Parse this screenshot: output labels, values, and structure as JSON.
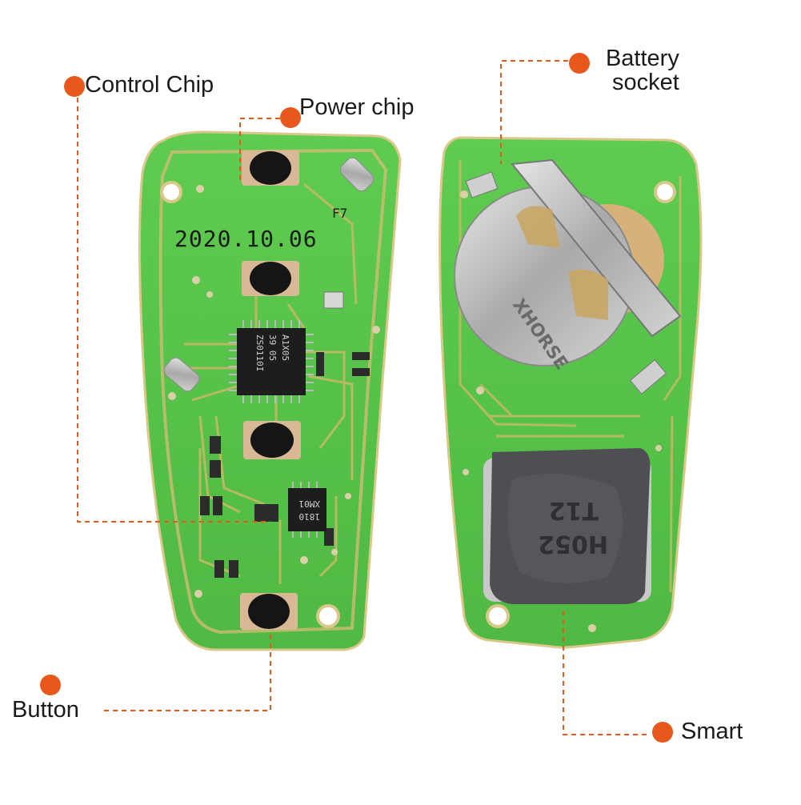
{
  "labels": {
    "control_chip": "Control Chip",
    "power_chip": "Power chip",
    "battery_socket_line1": "Battery",
    "battery_socket_line2": "socket",
    "button": "Button",
    "smart": "Smart"
  },
  "board_markings": {
    "date": "2020.10.06",
    "revision": "F7",
    "main_chip_line1": "A1X05",
    "main_chip_line2": "39 05",
    "main_chip_line3": "ZS0110I",
    "power_chip_line1": "1810",
    "power_chip_line2": "XM01",
    "smart_chip_line1": "H052",
    "smart_chip_line2": "T12",
    "battery_brand": "XHORSE"
  },
  "colors": {
    "accent": "#e8581c",
    "pcb_green": "#58c44a",
    "trace": "#c9b86a",
    "metal": "#b9b9b9",
    "text": "#1a1a1a"
  }
}
